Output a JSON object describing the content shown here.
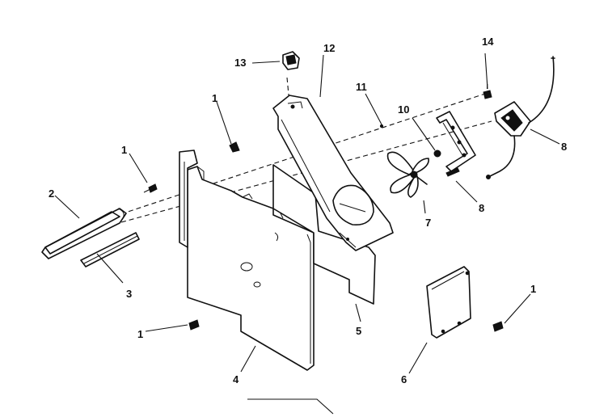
{
  "callouts": {
    "c1a": "1",
    "c1b": "1",
    "c1c": "1",
    "c1d": "1",
    "c2": "2",
    "c3": "3",
    "c4": "4",
    "c5": "5",
    "c6": "6",
    "c7": "7",
    "c8a": "8",
    "c8b": "8",
    "c10": "10",
    "c11": "11",
    "c12": "12",
    "c13": "13",
    "c14": "14"
  }
}
